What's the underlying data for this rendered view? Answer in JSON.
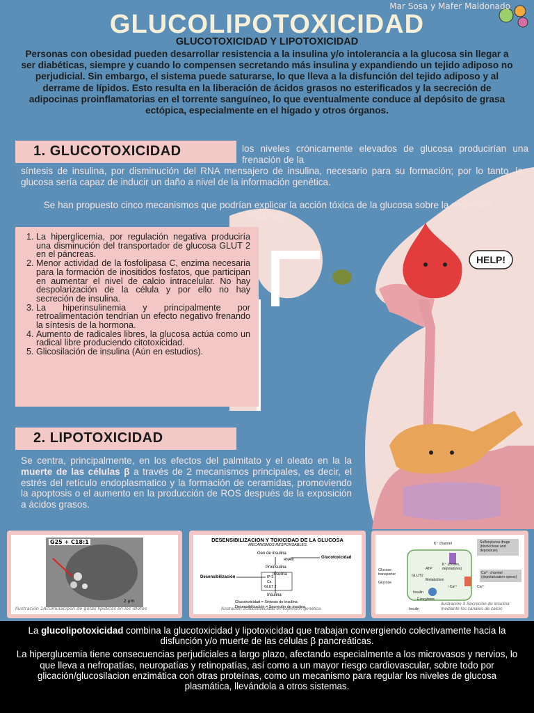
{
  "authors": "Mar Sosa y Mafer Maldonado",
  "title": "GLUCOLIPOTOXICIDAD",
  "subtitle": "GLUCOTOXICIDAD Y LIPOTOXICIDAD",
  "intro": "Personas con obesidad pueden desarrollar resistencia a la insulina y/o intolerancia a la glucosa sin llegar a ser diabéticas, siempre y cuando lo compensen secretando más insulina y expandiendo un tejido adiposo no perjudicial. Sin embargo, el sistema puede saturarse, lo que lleva a la disfunción del tejido adiposo y al derrame de lípidos. Esto resulta en la liberación de ácidos grasos no esterificados y la secreción de adipocinas proinflamatorias en el torrente sanguíneo, lo que eventualmente conduce al depósito de grasa ectópica, especialmente en el hígado y otros órganos.",
  "section1": {
    "heading": "1. GLUCOTOXICIDAD",
    "text_right": "los niveles crónicamente elevados de glucosa producirían una frenación de la",
    "text_full": "síntesis de insulina, por disminución del RNA mensajero de insulina, necesario para su formación; por lo tanto, la glucosa sería capaz de inducir un daño a nivel de la información genética.",
    "mechanisms_intro": "Se han propuesto cinco mecanismos que podrían explicar la acción tóxica de la glucosa sobre la secreción insulínica:",
    "mechanisms": [
      "La hiperglicemia, por regulación negativa produciría una disminución del transportador de glucosa GLUT 2 en el páncreas.",
      "Menor actividad de la fosfolipasa C, enzima necesaria para la formación de inositidos fosfatos, que participan en aumentar el nivel de calcio intracelular. No hay despolarización de la célula y por ello no hay secreción de insulina.",
      "La hiperinsulinemia y principalmente por retroalimentación tendrían un efecto negativo frenando la síntesis de la hormona.",
      "Aumento de radicales libres, la glucosa actúa como un radical libre produciendo citotoxicidad.",
      "Glicosilación de insulina (Aún en estudios)."
    ]
  },
  "section2": {
    "heading": "2. LIPOTOXICIDAD",
    "text_a": "Se centra, principalmente, en los efectos del palmitato y el oleato en la la ",
    "text_highlight": "muerte de las células β",
    "text_b": " a través de 2 mecanismos principales, es decir, el estrés del retículo endoplasmatico y la formación de ceramidas, promoviendo la apoptosis o el aumento en la producción de ROS después de la exposición a ácidos grasos."
  },
  "illustrations": {
    "ill1": {
      "tag": "G25 + C18:1",
      "scale": "2 μm",
      "caption": "Ilustración 1Acumulacipon de gotas lipídicas en los islotes"
    },
    "ill2": {
      "title": "DESENSIBILIZACION Y TOXICIDAD DE LA GLUCOSA",
      "subtitle": "MECANISMOS RESPONSABLES",
      "gen": "Gen de insulina",
      "rna": "RNAm",
      "glucotox": "Glucotoxicidad",
      "proinsulina": "Proinsulina",
      "desens": "Desensibilización",
      "ip3": "IP-3",
      "ca": "Ca",
      "glut2": "GLUT 2",
      "insulina": "Insulina",
      "insulina2": "Insulina",
      "line1": "Glucotoxicidad = Síntesis de insulina",
      "line2": "Desensibilización = Secreción de insulina",
      "caption": "Ilustración 2Glucotoxicidad en expresión genética"
    },
    "ill3": {
      "k_channel": "K⁺ channel",
      "drugs": "Sulfonylurea drugs (block/close and depolarize)",
      "k_closes": "K⁺ (closes, depolarizes)",
      "atp": "ATP",
      "glut2": "GLUT2",
      "metabolism": "Metabolism",
      "transporter": "Glucose transporter",
      "glucose": "Glucose",
      "ca_channel": "Ca²⁺ channel (depolarization opens)",
      "ca_in": "↑Ca²⁺",
      "ca_out": "Ca²⁺",
      "insulin": "Insulin",
      "exocytosis": "Exocytosis",
      "insulin_out": "Insulin",
      "caption": "Ilustración 3 Secreción de insulina mediante los canales de calcio"
    }
  },
  "bottom": {
    "p1_bold": "glucolipotoxicidad",
    "p1_a": "La ",
    "p1_b": " combina la glucotoxicidad y lipotoxicidad que trabajan convergiendo colectivamente hacia la disfunción y/o muerte de las células β pancreáticas.",
    "p2": "La hiperglucemia tiene consecuencias perjudiciales a largo plazo, afectando especialmente a los microvasos y nervios, lo que lleva a nefropatías, neuropatías y retinopatías, así como a un mayor riesgo cardiovascular, sobre todo por glicación/glucosilacion enzimática con otras proteínas, como un mecanismo para regular los niveles de glucosa plasmática, llevándola a otros sistemas."
  },
  "sticker": {
    "help": "HELP!"
  },
  "colors": {
    "background": "#5b8fb8",
    "pink": "#f2c7c5",
    "body": "#f3ddd8"
  }
}
